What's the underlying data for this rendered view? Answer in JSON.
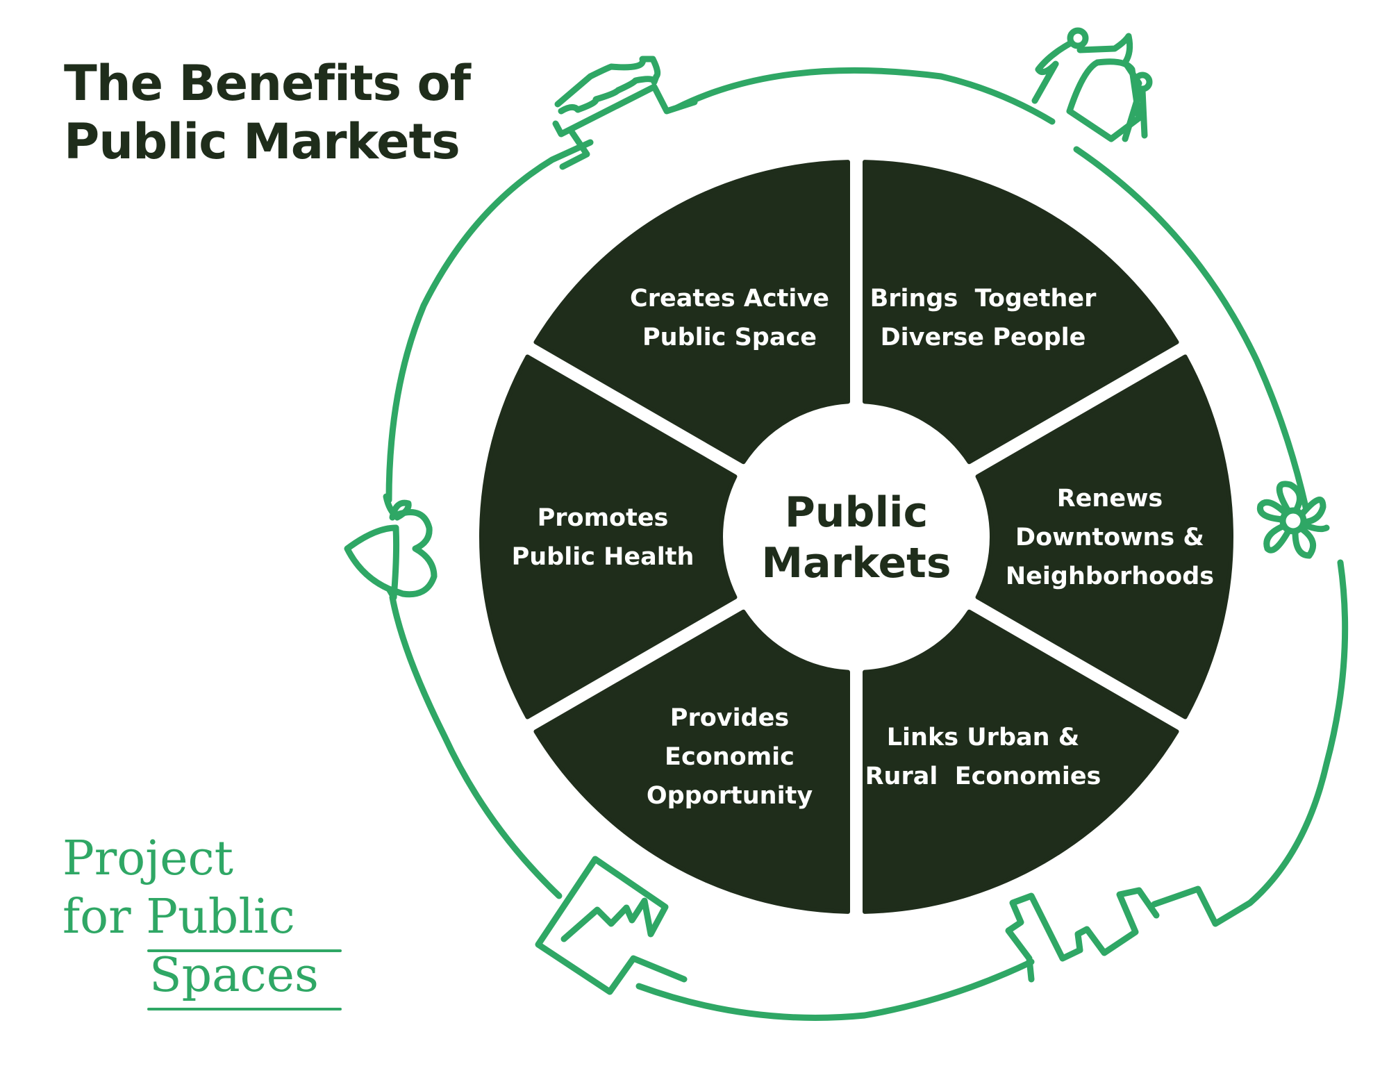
{
  "title": {
    "line1": "The Benefits of",
    "line2": "Public Markets"
  },
  "center": {
    "line1": "Public",
    "line2": "Markets"
  },
  "segments": [
    {
      "id": "creates-active-public-space",
      "lines": [
        "Creates Active",
        "Public Space"
      ],
      "icon": "market-stall-icon"
    },
    {
      "id": "brings-together-diverse-people",
      "lines": [
        "Brings  Together",
        "Diverse People"
      ],
      "icon": "people-icon"
    },
    {
      "id": "renews-downtowns-neighborhoods",
      "lines": [
        "Renews",
        "Downtowns &",
        "Neighborhoods"
      ],
      "icon": "flower-icon"
    },
    {
      "id": "links-urban-rural-economies",
      "lines": [
        "Links Urban &",
        "Rural  Economies"
      ],
      "icon": "town-buildings-icon"
    },
    {
      "id": "provides-economic-opportunity",
      "lines": [
        "Provides",
        "Economic",
        "Opportunity"
      ],
      "icon": "farm-field-icon"
    },
    {
      "id": "promotes-public-health",
      "lines": [
        "Promotes",
        "Public Health"
      ],
      "icon": "apple-icon"
    }
  ],
  "logo": {
    "line1": "Project",
    "line2_prefix": "for ",
    "line2_word": "Public",
    "line3": "Spaces"
  },
  "colors": {
    "dark": "#1f2d1b",
    "green": "#2fa765",
    "background": "#ffffff"
  }
}
